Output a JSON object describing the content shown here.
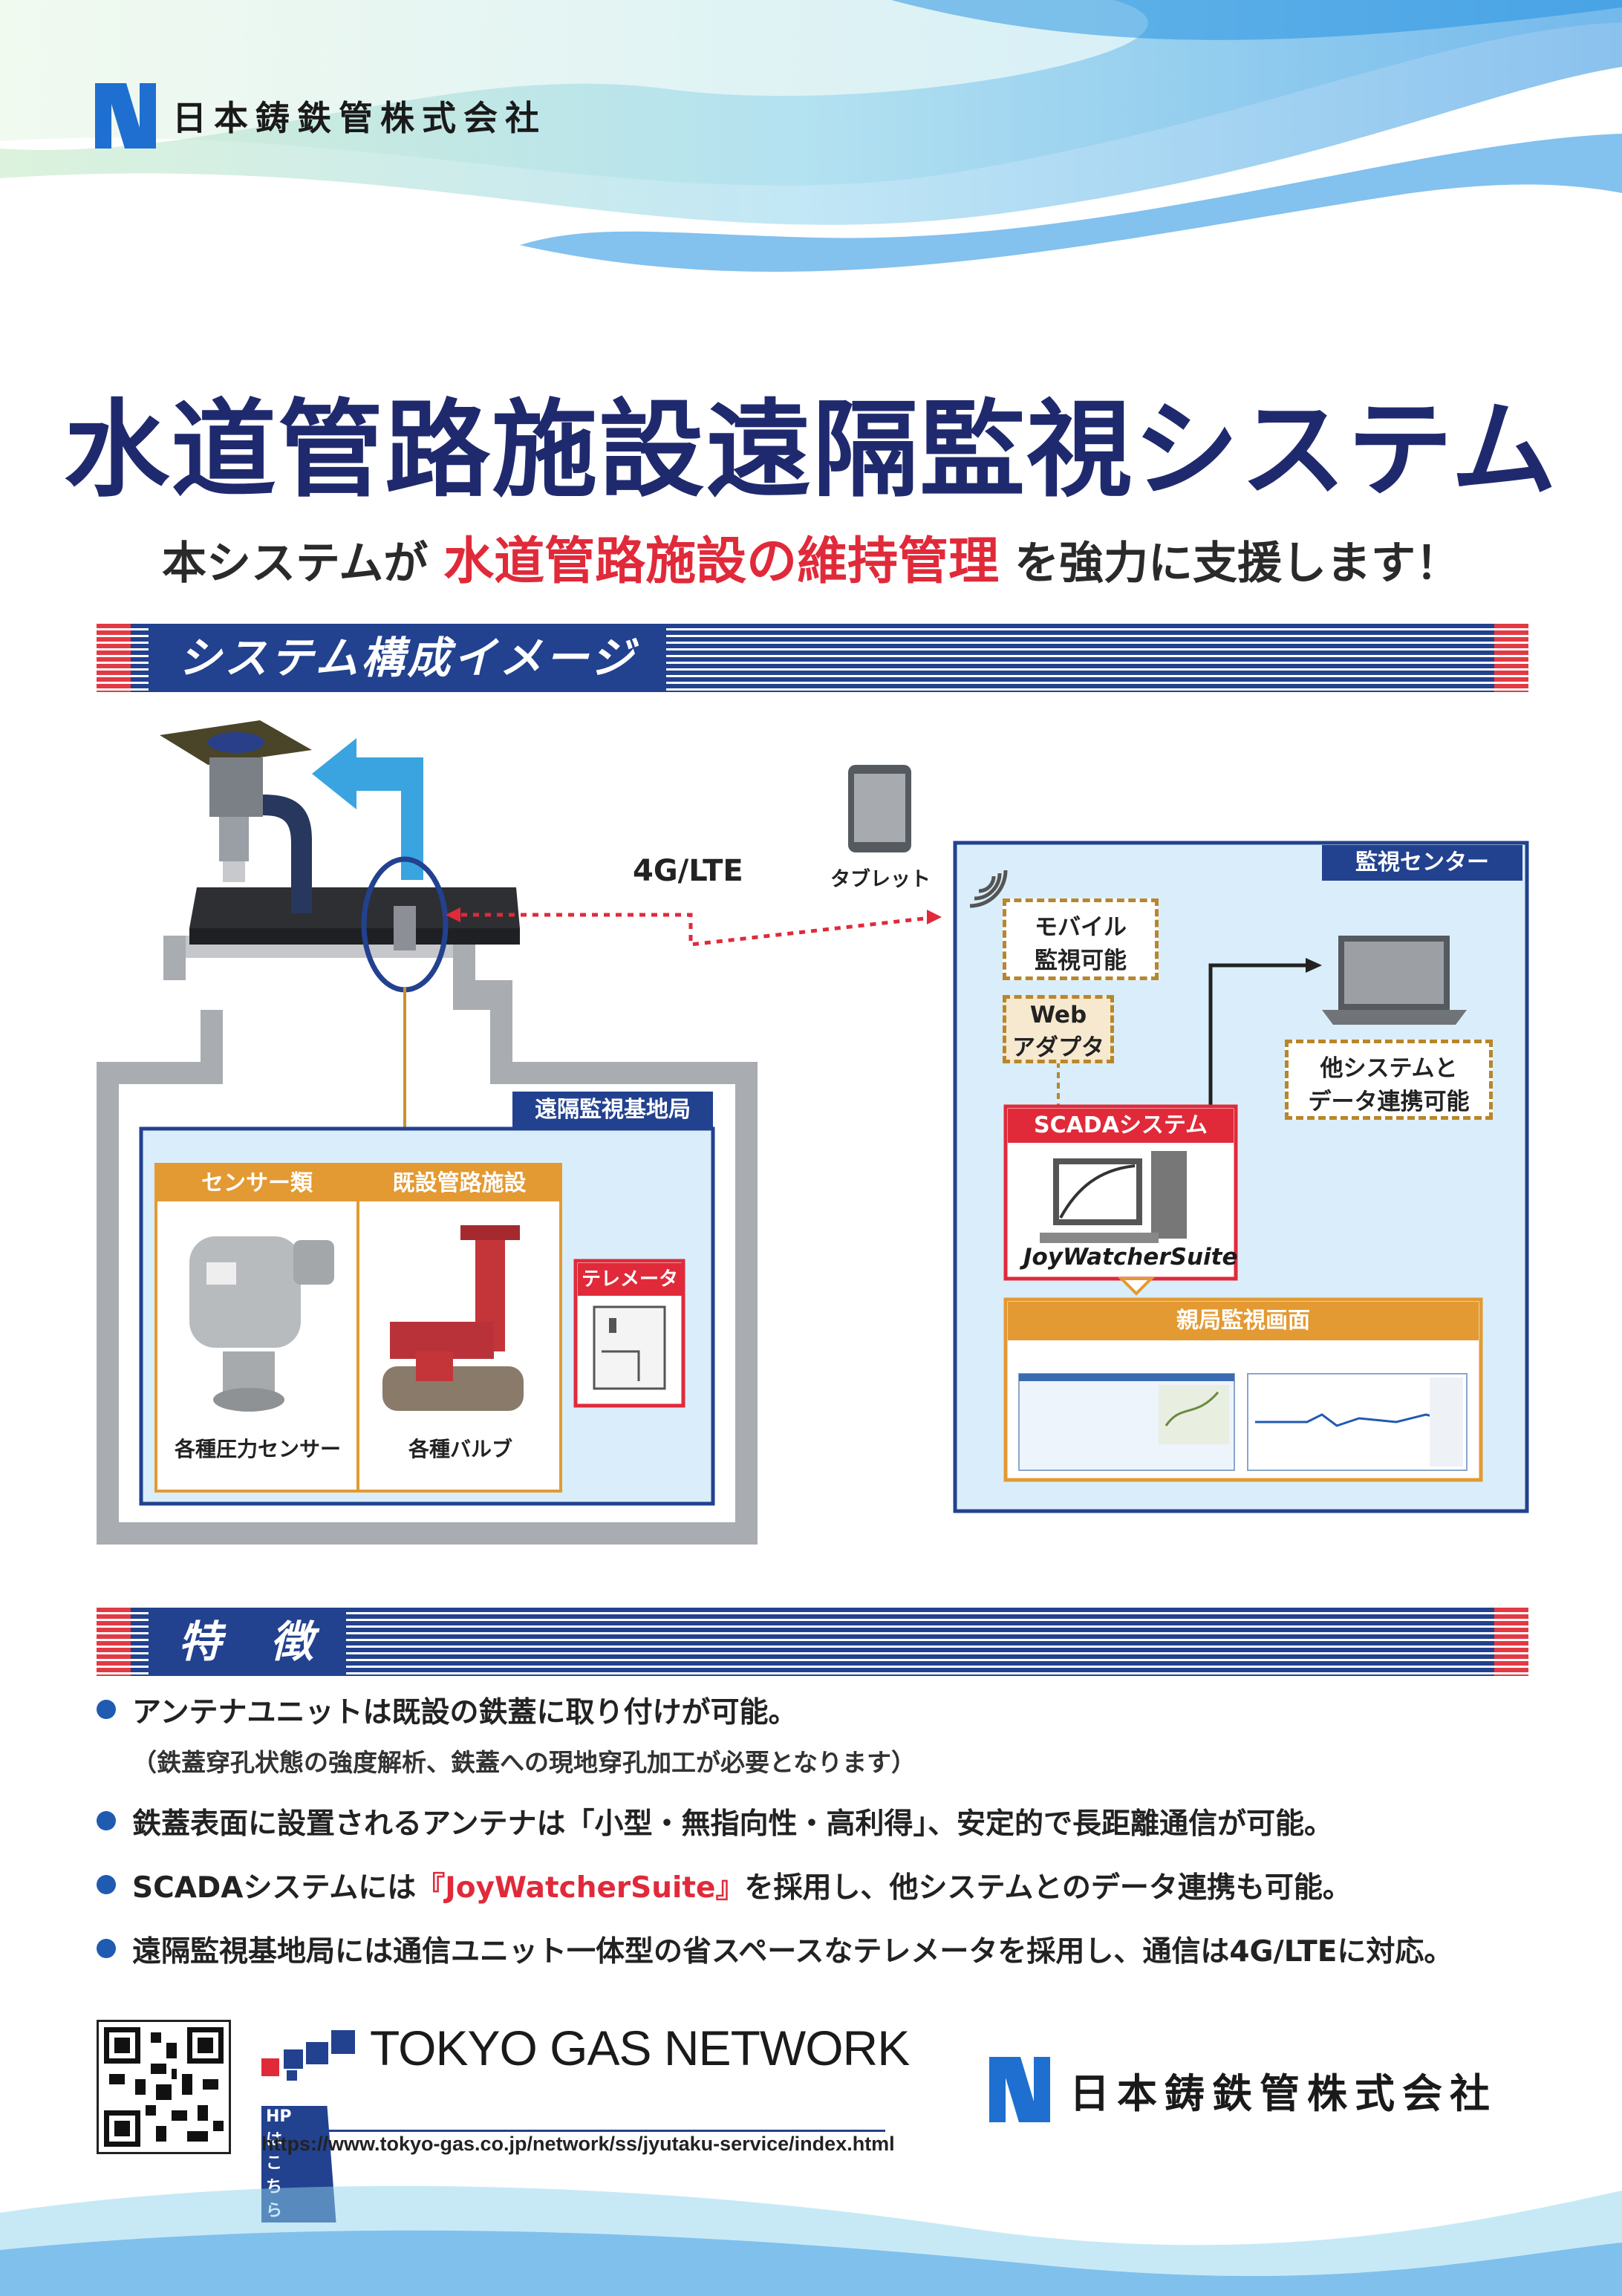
{
  "company": {
    "name": "日本鋳鉄管株式会社"
  },
  "title": "水道管路施設遠隔監視システム",
  "subtitle": {
    "before": "本システムが",
    "highlight": "水道管路施設の維持管理",
    "after": "を強力に支援します！"
  },
  "sections": {
    "system": "システム構成イメージ",
    "features": "特　徴"
  },
  "diagram": {
    "comm": "4G/LTE",
    "tablet": "タブレット",
    "monitoring_center": "監視センター",
    "mobile": [
      "モバイル",
      "監視可能"
    ],
    "web_adapter": [
      "Web",
      "アダプタ"
    ],
    "other_systems": [
      "他システムと",
      "データ連携可能"
    ],
    "scada": "SCADAシステム",
    "joywatcher": "JoyWatcherSuite",
    "parent_screen": "親局監視画面",
    "remote_station": "遠隔監視基地局",
    "sensors": "センサー類",
    "existing": "既設管路施設",
    "telemeter": "テレメータ",
    "pressure_sensor": "各種圧力センサー",
    "valves": "各種バルブ"
  },
  "features": [
    {
      "text": "アンテナユニットは既設の鉄蓋に取り付けが可能。",
      "note": "（鉄蓋穿孔状態の強度解析、鉄蓋への現地穿孔加工が必要となります）"
    },
    {
      "text": "鉄蓋表面に設置されるアンテナは「小型・無指向性・高利得」、安定的で長距離通信が可能。"
    },
    {
      "before": "SCADAシステムには",
      "highlight": "『JoyWatcherSuite』",
      "after": "を採用し、他システムとのデータ連携も可能。"
    },
    {
      "text": "遠隔監視基地局には通信ユニット一体型の省スペースなテレメータを採用し、通信は4G/LTEに対応。"
    }
  ],
  "footer": {
    "partner": "TOKYO GAS NETWORK",
    "hp_label": "HPはこちら",
    "url": "https://www.tokyo-gas.co.jp/network/ss/jyutaku-service/index.html",
    "company": "日本鋳鉄管株式会社"
  },
  "colors": {
    "navy": "#1f2a6e",
    "blue": "#22418f",
    "red": "#e02a3a",
    "orange": "#e39a33"
  }
}
